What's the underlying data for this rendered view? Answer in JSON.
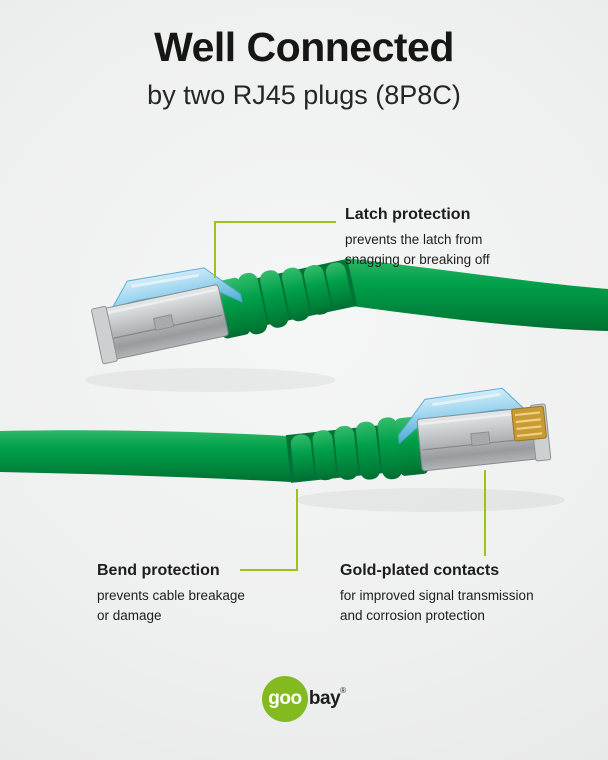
{
  "header": {
    "title": "Well Connected",
    "subtitle": "by two RJ45 plugs (8P8C)"
  },
  "annotations": {
    "latch": {
      "title": "Latch protection",
      "line1": "prevents the latch from",
      "line2": "snagging or breaking off"
    },
    "bend": {
      "title": "Bend protection",
      "line1": "prevents cable breakage",
      "line2": "or damage"
    },
    "gold": {
      "title": "Gold-plated contacts",
      "line1": "for improved signal transmission",
      "line2": "and corrosion protection"
    }
  },
  "logo": {
    "part1": "goo",
    "part2": "bay",
    "registered": "®"
  },
  "colors": {
    "accent_green": "#9cc31d",
    "cable_green": "#00a04a",
    "latch_blue": "#8fd0ee",
    "metal_silver": "#b9bdbf",
    "gold_contact": "#c79a33",
    "text": "#1d1d1b",
    "background": "#eeefef"
  }
}
